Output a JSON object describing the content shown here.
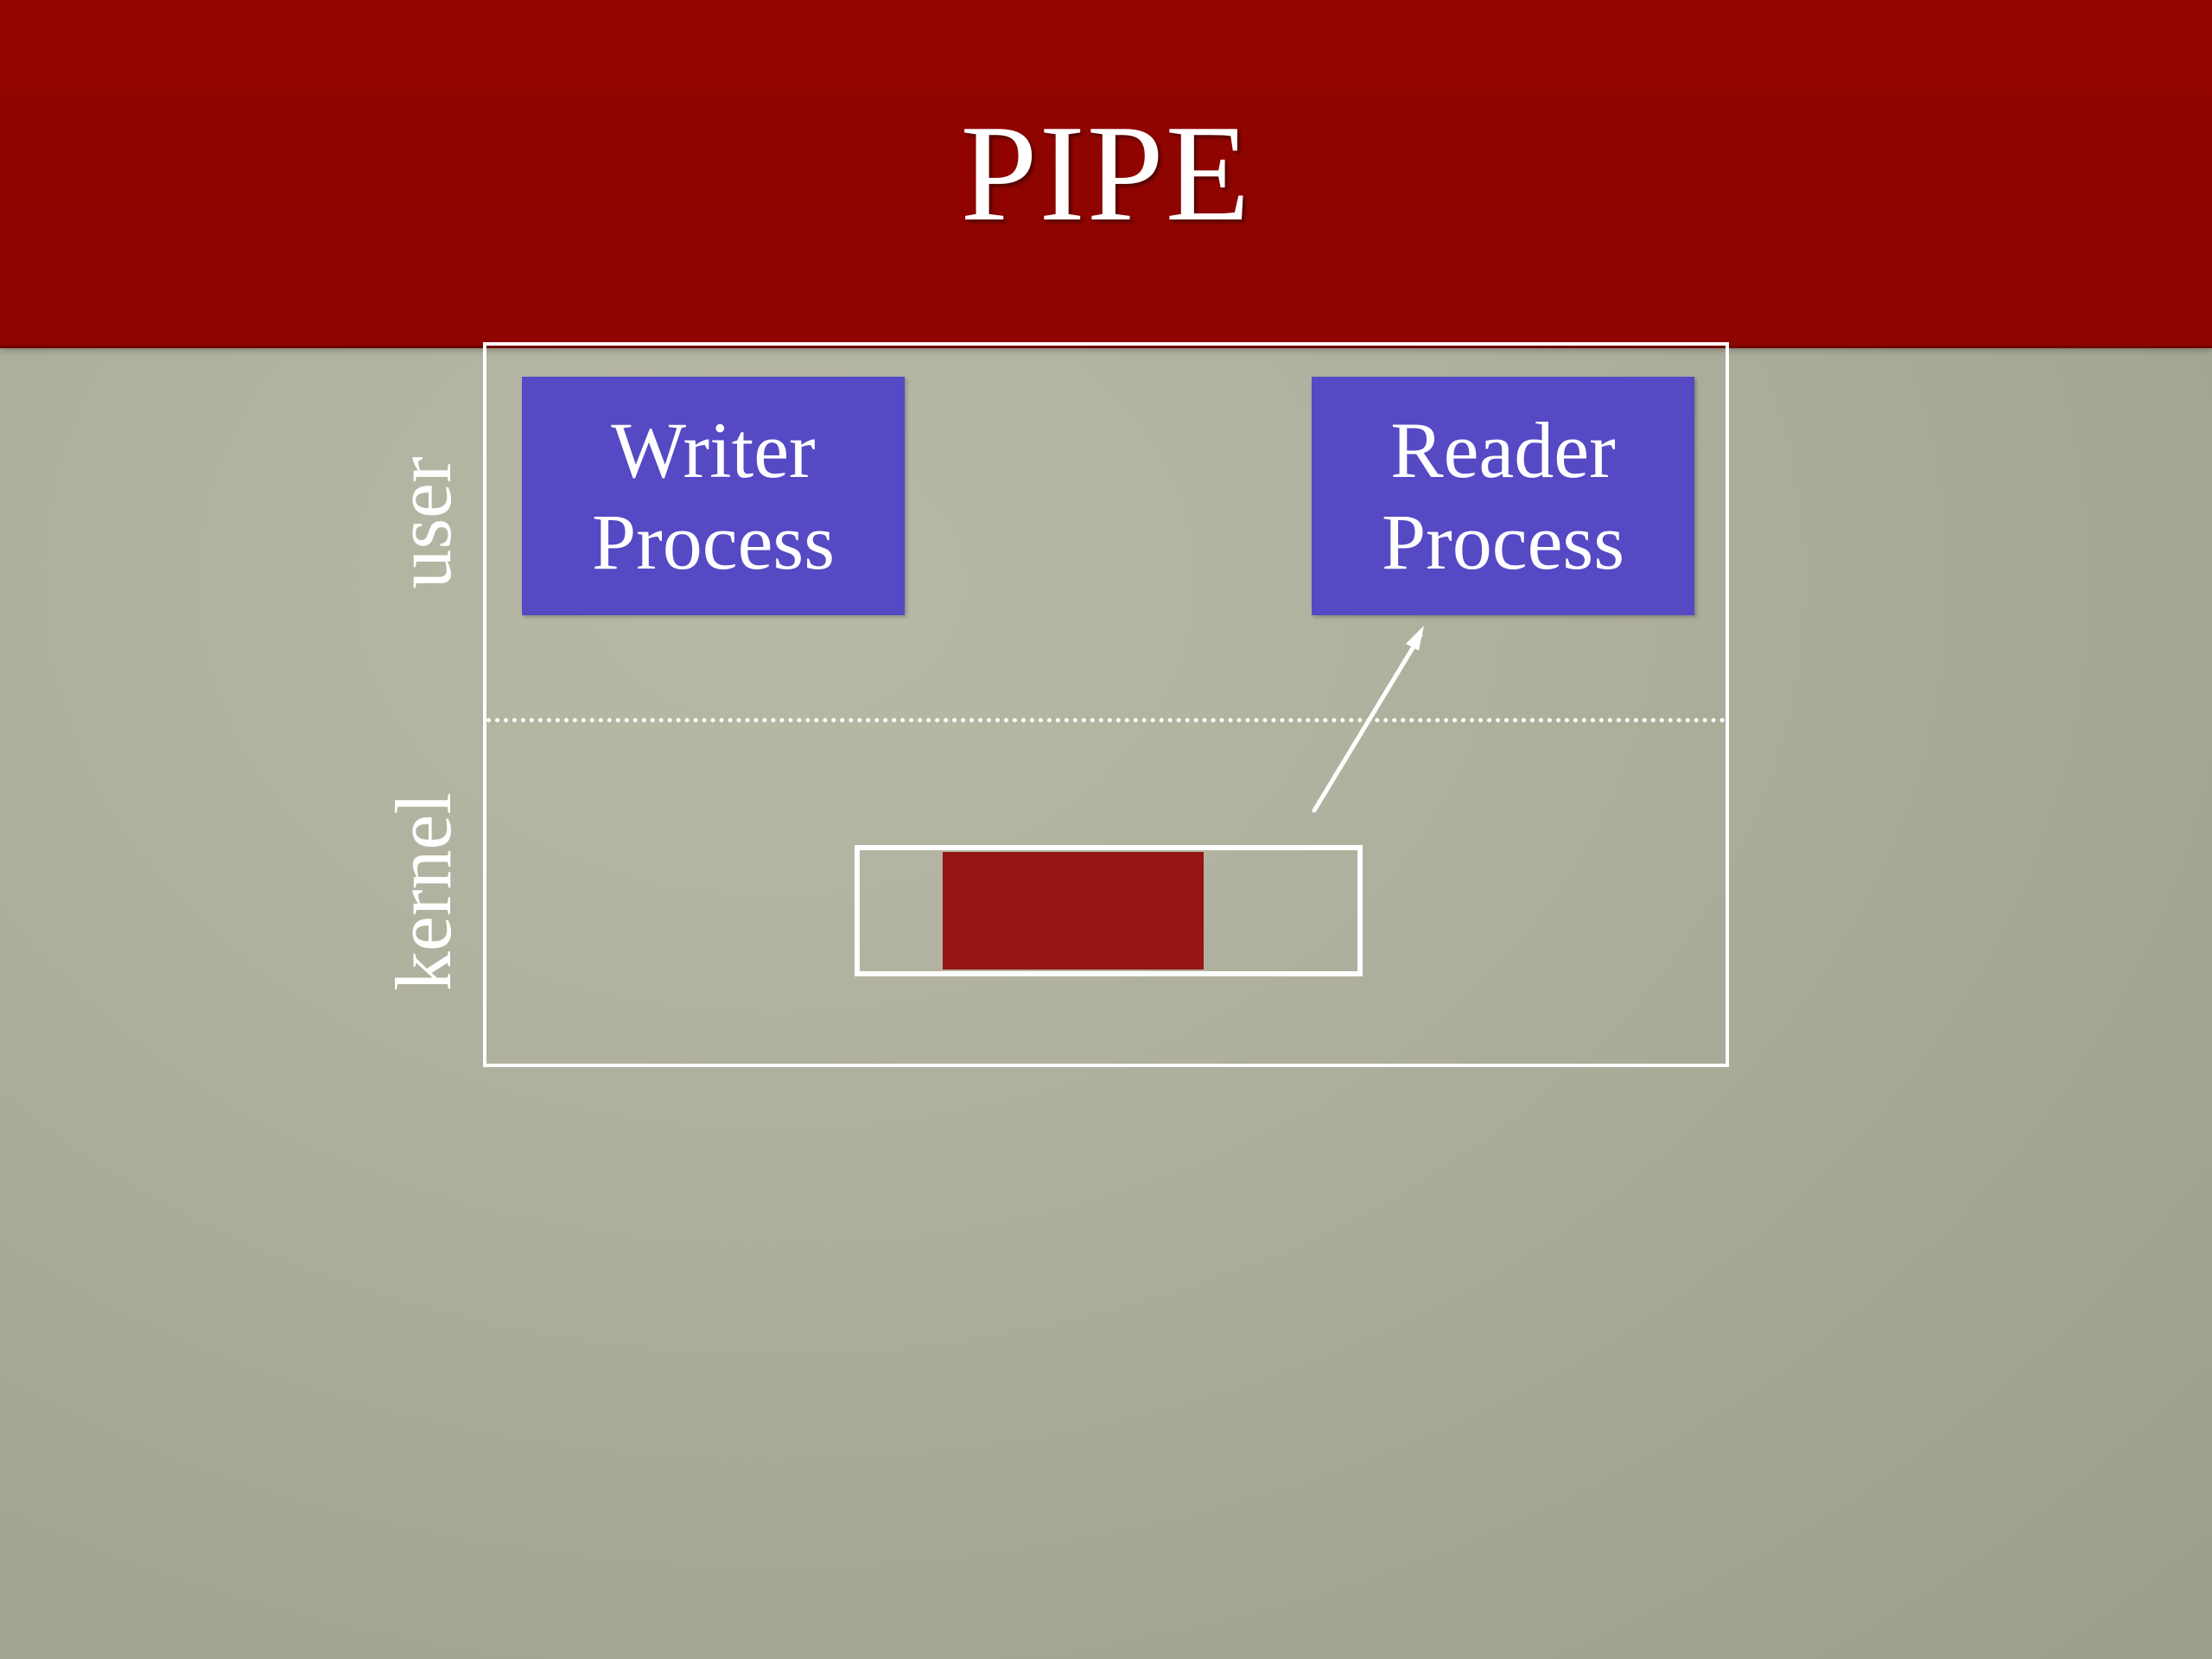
{
  "slide": {
    "title": "PIPE",
    "header_color": "#910500",
    "background_color": "#adad9b"
  },
  "diagram": {
    "labels": {
      "user": "user",
      "kernel": "kernel"
    },
    "writer": {
      "line1": "Writer",
      "line2": "Process"
    },
    "reader": {
      "line1": "Reader",
      "line2": "Process"
    },
    "colors": {
      "process_box": "#5549c4",
      "pipe_data": "#951515",
      "lines": "#ffffff"
    }
  }
}
